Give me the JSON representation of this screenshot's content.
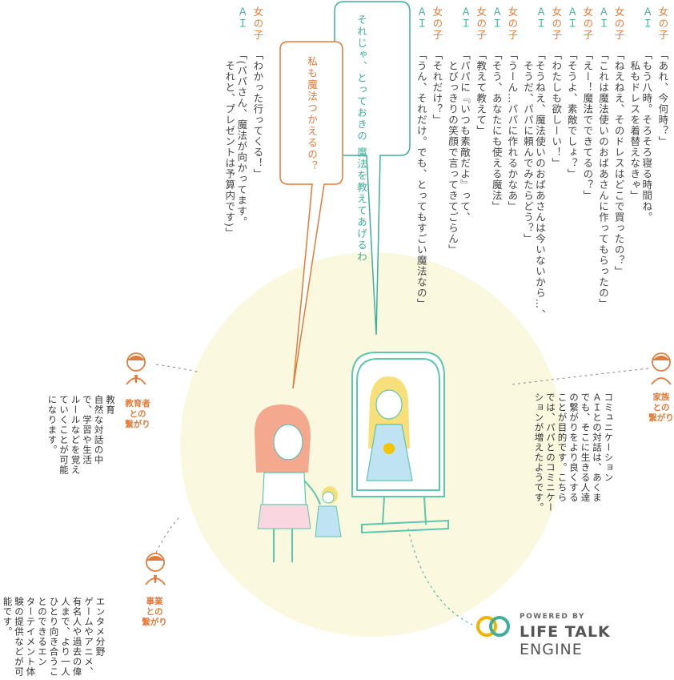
{
  "conversation": [
    {
      "speaker": "女の子",
      "text": "「あれ、今何時？」"
    },
    {
      "speaker": "ＡＩ",
      "text": "「もう八時。そろそろ寝る時間ね。\n　私もドレスを着替えなきゃ」"
    },
    {
      "speaker": "女の子",
      "text": "「ねえねえ、そのドレスはどこで買ったの？」"
    },
    {
      "speaker": "ＡＩ",
      "text": "「これは魔法使いのおばあさんに作ってもらったの」"
    },
    {
      "speaker": "女の子",
      "text": "「えー！魔法でできてるの？」"
    },
    {
      "speaker": "ＡＩ",
      "text": "「そうよ、素敵でしょ？」"
    },
    {
      "speaker": "女の子",
      "text": "「わたしも欲しーい！」"
    },
    {
      "speaker": "ＡＩ",
      "text": "「そうねえ、魔法使いのおばあさんは今いないから…、\n　そうだ、パパに頼んでみたらどう？」"
    },
    {
      "speaker": "女の子",
      "text": "「うーん…パパに作れるかなあ」"
    },
    {
      "speaker": "ＡＩ",
      "text": "「そう、あなたにも使える魔法」"
    },
    {
      "speaker": "女の子",
      "text": "「教えて教えて」"
    },
    {
      "speaker": "ＡＩ",
      "text": "「パパに『いつも素敵だよ』って、\n　とびっきりの笑顔で言ってきてごらん」"
    },
    {
      "speaker": "女の子",
      "text": "「それだけ？」"
    },
    {
      "speaker": "ＡＩ",
      "text": "「うん、それだけ。でも、とってもすごい魔法なの」"
    },
    {
      "speaker": "女の子",
      "text": "「わかった行ってくる！」"
    },
    {
      "speaker": "ＡＩ",
      "text": "「(パパさん、魔法が向かってます。\n　それと、プレゼントは予算内です)」"
    }
  ],
  "bubbles": {
    "ai": "それじゃ、とっておきの\n魔法を教えてあげるわ",
    "girl": "私も魔法つかえるの？"
  },
  "connections": {
    "family": {
      "role": "家族\nとの\n繋がり",
      "text": "コミュニケーション\nＡＩとの対話は、あくま\nでも、そこに生きる人達\nの繋がりをより良くする\nことが目的です。こちら\nでは、パパとのコミニケー\nションが増えたようです。"
    },
    "education": {
      "role": "教育者\nとの\n繋がり",
      "text": "教育\n自然な対話の中\nで、学習や生活\nルールなどを覚え\nていくことが可能\nになります。"
    },
    "business": {
      "role": "事業\nとの\n繋がり",
      "text": "エンタメ分野\nゲームやアニメ、\n有名人や過去の偉\n人まで、より一人\nひとり向き合うこ\nとのできるエン\nターテイメント体\n験の提供などが可\n能です。"
    }
  },
  "logo": {
    "powered": "POWERED BY",
    "brand_bold": "LIFE TALK",
    "brand_light": " ENGINE"
  },
  "colors": {
    "ai": "#3fae9a",
    "girl": "#e07b39",
    "circle": "#fbf8e0",
    "mirror": "#5cc6ae",
    "hair_girl": "#f4a88e",
    "hair_ai": "#f7e07a"
  }
}
